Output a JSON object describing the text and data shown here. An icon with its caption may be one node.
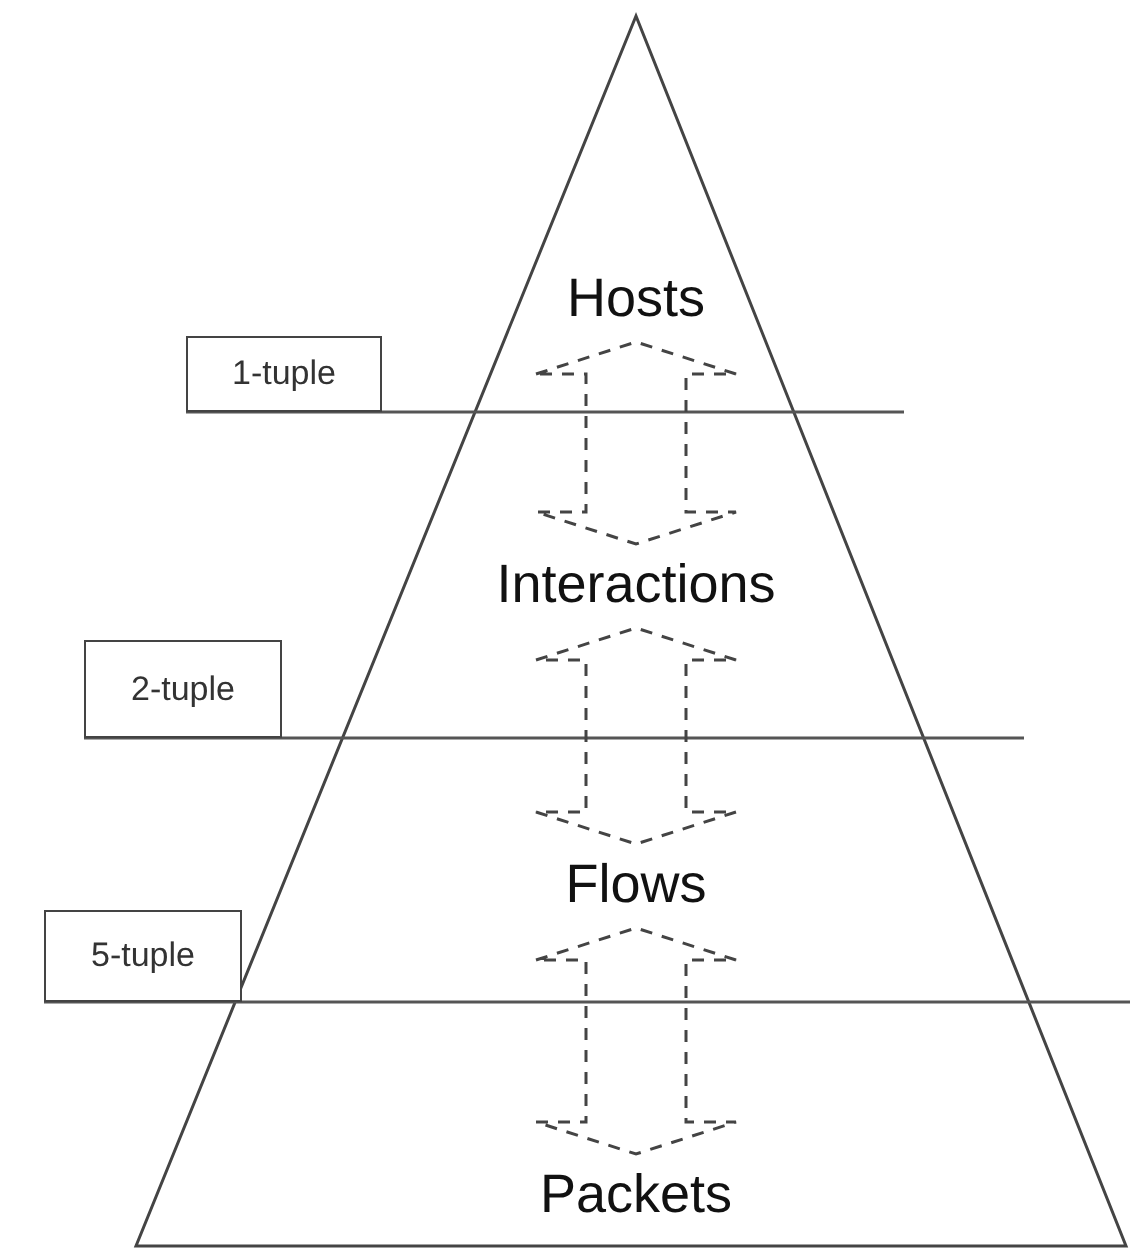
{
  "diagram": {
    "nodes": [
      {
        "text": [
          "Hosts"
        ]
      },
      {
        "text": [
          "Interactions"
        ]
      },
      {
        "text": [
          "Flows"
        ]
      },
      {
        "text": [
          "Packets"
        ]
      },
      {
        "text": [
          "1-tuple"
        ]
      },
      {
        "text": [
          "2-tuple"
        ]
      },
      {
        "text": [
          "5-tuple"
        ]
      }
    ],
    "edges": [
      {
        "from": 0,
        "to": 1,
        "arrow": "both",
        "style": "dashed"
      },
      {
        "from": 1,
        "to": 2,
        "arrow": "both",
        "style": "dashed"
      },
      {
        "from": 2,
        "to": 3,
        "arrow": "both",
        "style": "dashed"
      }
    ]
  }
}
